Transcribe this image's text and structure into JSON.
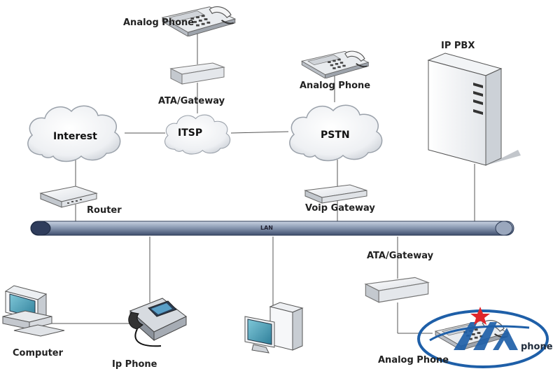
{
  "labels": {
    "analog_phone_top": "Analog Phone",
    "ata_gateway_top": "ATA/Gateway",
    "analog_phone_mid": "Analog Phone",
    "ip_pbx": "IP PBX",
    "interest": "Interest",
    "itsp": "ITSP",
    "pstn": "PSTN",
    "router": "Router",
    "voip_gateway": "Voip Gateway",
    "lan": "LAN",
    "ata_gateway_bottom": "ATA/Gateway",
    "computer": "Computer",
    "ip_phone": "Ip Phone",
    "analog_phone_bottom": "Analog Phone",
    "logo_overlap_text": "phone"
  },
  "colors": {
    "lan_bar": "#7f8fa8",
    "lan_dark": "#3b4a66",
    "line": "#555555",
    "logo_blue": "#1e5fa8",
    "logo_star": "#e0262b"
  },
  "icons": {
    "analog_phone": "analog-phone-icon",
    "gateway": "gateway-box-icon",
    "cloud": "cloud-icon",
    "router": "router-icon",
    "server": "server-tower-icon",
    "computer": "computer-icon",
    "ip_phone": "ip-phone-icon",
    "logo": "company-logo"
  }
}
